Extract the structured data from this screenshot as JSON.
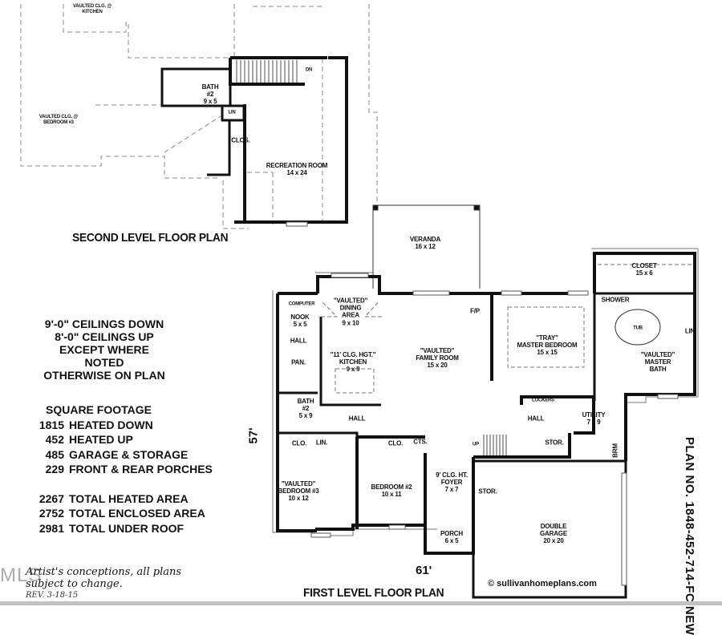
{
  "second_level": {
    "title": "SECOND LEVEL FLOOR PLAN",
    "rooms": {
      "vaulted_kitchen": "VAULTED CLG. @\nKITCHEN",
      "vaulted_bedroom3": "VAULTED CLG. @\nBEDROOM #3",
      "bath2": "BATH\n#2\n9 x 5",
      "lin": "LIN",
      "dn": "DN",
      "clos": "CLOS.",
      "recreation": "RECREATION ROOM\n14 x 24"
    }
  },
  "first_level": {
    "title": "FIRST LEVEL FLOOR PLAN",
    "rooms": {
      "veranda": "VERANDA\n16 x 12",
      "closet": "CLOSET\n15 x 6",
      "computer": "COMPUTER",
      "nook": "NOOK\n5 x 5",
      "dining": "\"VAULTED\"\nDINING\nAREA\n9 x 10",
      "fp": "F/P",
      "shower": "SHOWER",
      "tub": "TUB",
      "lin_master": "LIN.",
      "hall_left": "HALL",
      "pan": "PAN.",
      "kitchen": "\"11' CLG. HGT.\"\nKITCHEN\n9 x 9",
      "family": "\"VAULTED\"\nFAMILY ROOM\n15 x 20",
      "master_bedroom": "\"TRAY\"\nMASTER BEDROOM\n15 x 15",
      "master_bath": "\"VAULTED\"\nMASTER\nBATH",
      "bath2": "BATH\n#2\n5 x 9",
      "hall_mid": "HALL",
      "lockers": "LOCKERS",
      "hall_right": "HALL",
      "utility": "UTILITY\n7 x 9",
      "clo1": "CLO.",
      "lin": "LIN.",
      "clo2": "CLO.",
      "cts": "CTS.",
      "up": "UP",
      "stor1": "STOR.",
      "brm": "BRM",
      "bedroom3": "\"VAULTED\"\nBEDROOM #3\n10 x 12",
      "bedroom2": "BEDROOM #2\n10 x 11",
      "foyer": "9' CLG. HT.\nFOYER\n7 x 7",
      "stor2": "STOR.",
      "porch": "PORCH\n6 x 5",
      "garage": "DOUBLE\nGARAGE\n20 x 20"
    },
    "depth_dim": "57'",
    "width_dim": "61'"
  },
  "ceiling_notes": [
    "9'-0\" CEILINGS DOWN",
    "8'-0\" CEILINGS UP",
    "EXCEPT WHERE NOTED",
    "OTHERWISE ON PLAN"
  ],
  "square_footage": {
    "heading": "SQUARE FOOTAGE",
    "rows": [
      {
        "value": "1815",
        "label": "HEATED DOWN"
      },
      {
        "value": "452",
        "label": "HEATED UP"
      },
      {
        "value": "485",
        "label": "GARAGE & STORAGE"
      },
      {
        "value": "229",
        "label": "FRONT & REAR PORCHES"
      }
    ],
    "totals": [
      {
        "value": "2267",
        "label": "TOTAL HEATED AREA"
      },
      {
        "value": "2752",
        "label": "TOTAL ENCLOSED AREA"
      },
      {
        "value": "2981",
        "label": "TOTAL UNDER ROOF"
      }
    ]
  },
  "plan_number": "PLAN NO. 1848-452-714-FC NEW",
  "disclaimer": [
    "Artist's conceptions, all plans",
    "subject to change."
  ],
  "revision": "REV. 3-18-15",
  "copyright": "© sullivanhomeplans.com",
  "watermark": "MLS",
  "colors": {
    "wall": "#111111",
    "dashed": "#888888",
    "background": "#ffffff"
  }
}
